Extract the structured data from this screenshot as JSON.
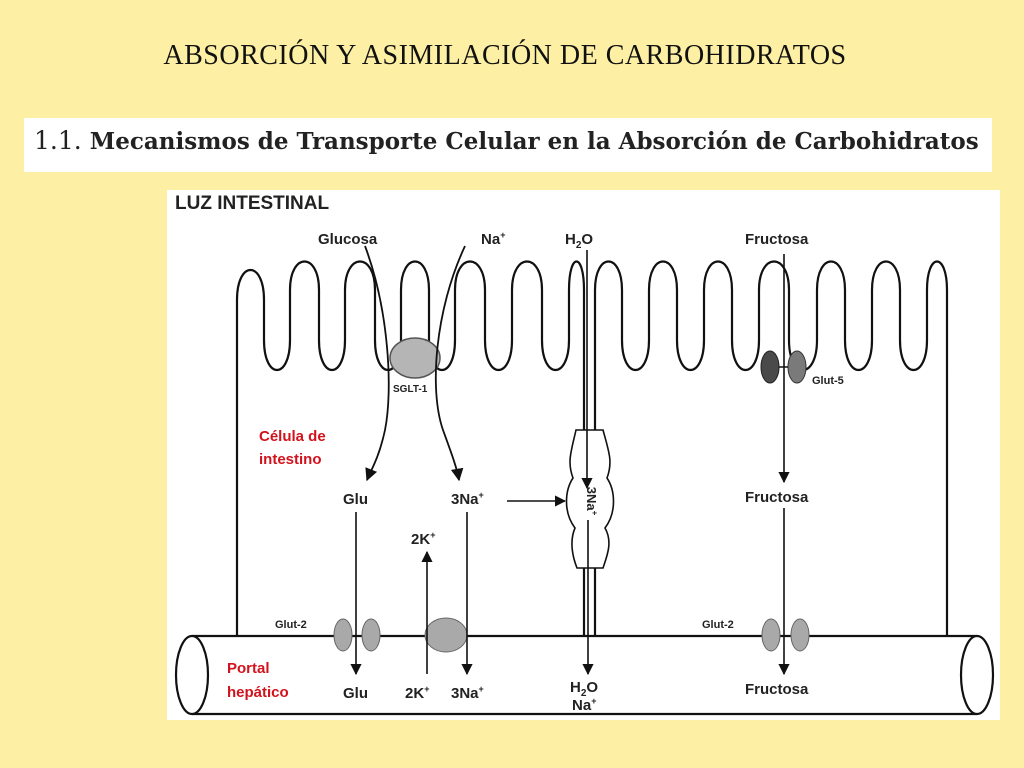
{
  "slide": {
    "title": "ABSORCIÓN Y ASIMILACIÓN DE CARBOHIDRATOS",
    "subtitle_number": "1.1.",
    "subtitle_text": "Mecanismos de Transporte Celular en la Absorción de Carbohidratos"
  },
  "diagram": {
    "lumen_label": "LUZ INTESTINAL",
    "top_labels": {
      "glucose": "Glucosa",
      "na": "Na",
      "na_sup": "+",
      "water": "H",
      "water_sub": "2",
      "water_o": "O",
      "fructose": "Fructosa"
    },
    "transporters": {
      "sglt1": "SGLT-1",
      "glut5": "Glut-5",
      "glut2_left": "Glut-2",
      "glut2_right": "Glut-2"
    },
    "cell_labels": {
      "glu": "Glu",
      "three_na_left": "3Na",
      "three_na_left_sup": "+",
      "three_na_mid": "3Na",
      "three_na_mid_sup": "+",
      "two_k": "2K",
      "two_k_sup": "+",
      "fructose_mid": "Fructosa"
    },
    "bottom_labels": {
      "glu": "Glu",
      "two_k": "2K",
      "two_k_sup": "+",
      "three_na": "3Na",
      "three_na_sup": "+",
      "water_h": "H",
      "water_sub": "2",
      "water_o": "O",
      "na": "Na",
      "na_sup": "+",
      "fructose": "Fructosa"
    },
    "annotations": {
      "cell_line1": "Célula de",
      "cell_line2": "intestino",
      "portal_line1": "Portal",
      "portal_line2": "hepático"
    },
    "colors": {
      "annotation": "#d2121c",
      "transporter": "#a9a9a9",
      "glut5_dark": "#4a4a4a"
    }
  }
}
